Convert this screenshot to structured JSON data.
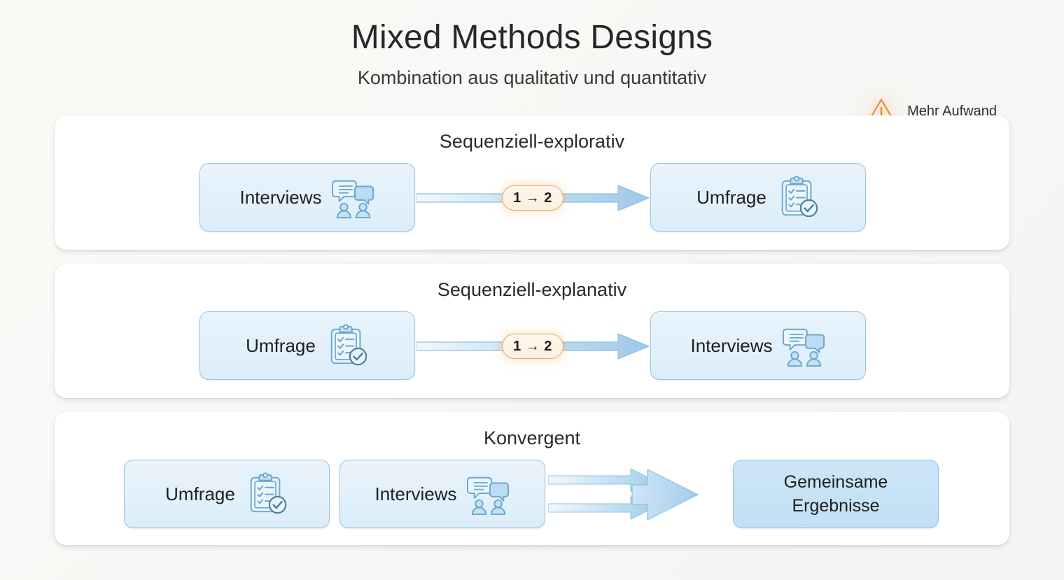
{
  "header": {
    "title": "Mixed Methods Designs",
    "subtitle": "Kombination aus qualitativ und quantitativ"
  },
  "warning": {
    "label": "Mehr Aufwand",
    "icon": "warning-triangle-icon",
    "color": "#e98a2b"
  },
  "colors": {
    "background": "#f8f8f5",
    "panel": "#ffffff",
    "node_fill": "#e3f0f9",
    "node_border": "#9ec4de",
    "result_fill": "#c8e2f4",
    "arrow_blue": "#9cc8e8",
    "badge_fill": "#fdf6ec",
    "badge_border": "#e0a96d",
    "text": "#2b2b2b"
  },
  "panels": [
    {
      "id": "sequenziell-explorativ",
      "title": "Sequenziell-explorativ",
      "type": "sequential",
      "nodes": [
        {
          "label": "Interviews",
          "icon": "interviews-icon"
        },
        {
          "label": "Umfrage",
          "icon": "survey-clipboard-icon"
        }
      ],
      "arrow": {
        "badge": "1 → 2",
        "direction": "left-to-right"
      }
    },
    {
      "id": "sequenziell-explanativ",
      "title": "Sequenziell-explanativ",
      "type": "sequential",
      "nodes": [
        {
          "label": "Umfrage",
          "icon": "survey-clipboard-icon"
        },
        {
          "label": "Interviews",
          "icon": "interviews-icon"
        }
      ],
      "arrow": {
        "badge": "1 → 2",
        "direction": "left-to-right"
      }
    },
    {
      "id": "konvergent",
      "title": "Konvergent",
      "type": "convergent",
      "nodes": [
        {
          "label": "Umfrage",
          "icon": "survey-clipboard-icon"
        },
        {
          "label": "Interviews",
          "icon": "interviews-icon"
        }
      ],
      "result": {
        "line1": "Gemeinsame",
        "line2": "Ergebnisse"
      },
      "arrow": {
        "direction": "converging",
        "count": 2
      }
    }
  ]
}
